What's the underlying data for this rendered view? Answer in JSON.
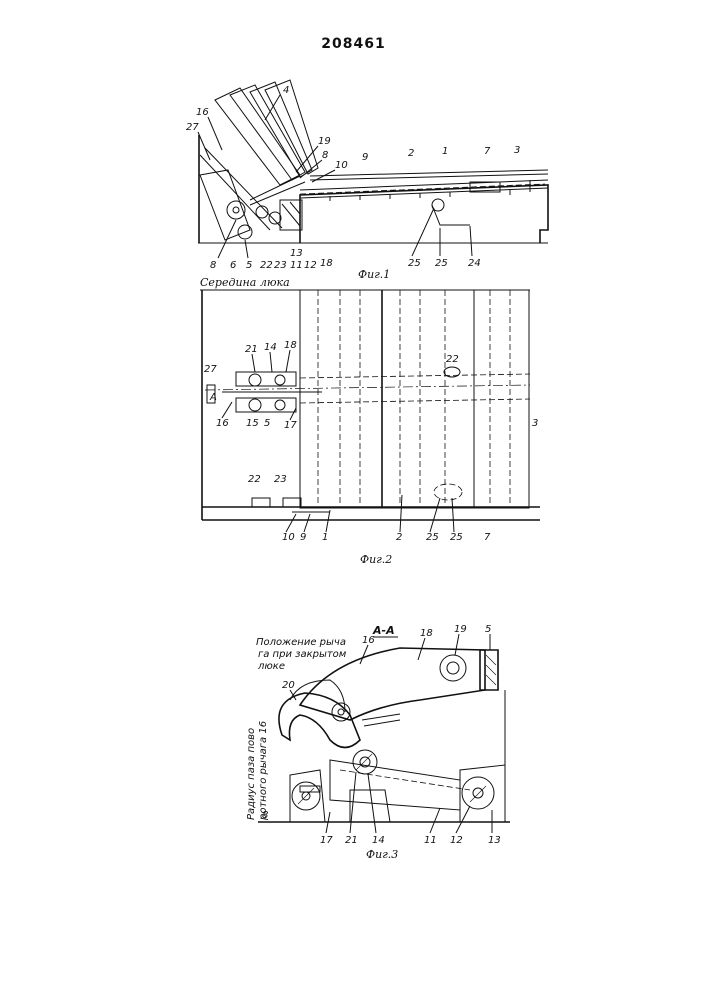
{
  "page_number": "208461",
  "figures": [
    {
      "caption": "Фиг.1",
      "labels": [
        "16",
        "27",
        "4",
        "19",
        "8",
        "10",
        "9",
        "2",
        "1",
        "7",
        "3",
        "8",
        "6",
        "5",
        "22",
        "23",
        "11",
        "12",
        "13",
        "18",
        "25",
        "25",
        "24"
      ]
    },
    {
      "caption": "Фиг.2",
      "title": "Середина люка",
      "labels": [
        "21",
        "14",
        "18",
        "27",
        "A",
        "16",
        "15",
        "5",
        "17",
        "22",
        "3",
        "22",
        "23",
        "10",
        "9",
        "1",
        "2",
        "25",
        "25",
        "7"
      ]
    },
    {
      "caption": "Фиг.3",
      "section": "А-А",
      "note_top": [
        "Положение рыча",
        "га при закрытом",
        "люке"
      ],
      "note_side": [
        "Радиус паза пово",
        "ротного рычага 16"
      ],
      "labels": [
        "16",
        "18",
        "19",
        "5",
        "20",
        "8",
        "17",
        "21",
        "14",
        "11",
        "12",
        "13"
      ]
    }
  ]
}
